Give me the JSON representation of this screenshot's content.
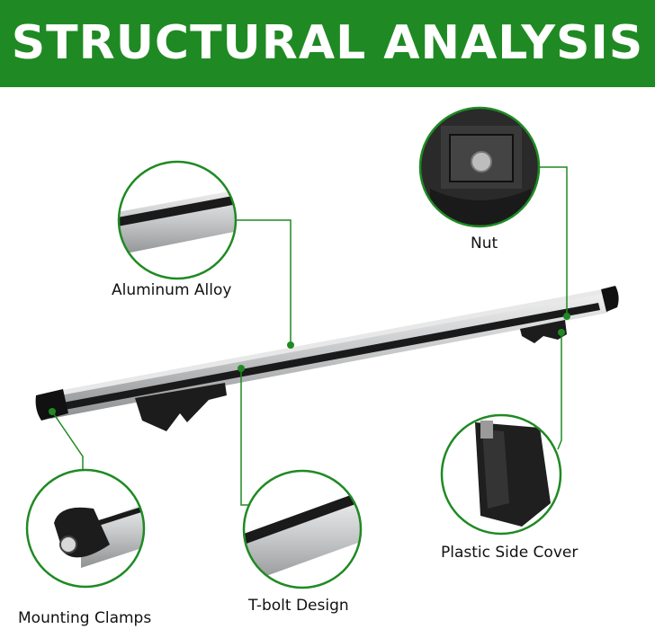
{
  "banner": {
    "title": "STRUCTURAL ANALYSIS",
    "color": "#1f8a23"
  },
  "callouts": {
    "aluminum": "Aluminum Alloy",
    "nut": "Nut",
    "side_cover": "Plastic Side Cover",
    "tbolt": "T-bolt Design",
    "clamps": "Mounting Clamps"
  },
  "colors": {
    "leader_line": "#1f8a23",
    "bar_silver": "#c9cbcd",
    "bar_black": "#1a1a1a"
  }
}
